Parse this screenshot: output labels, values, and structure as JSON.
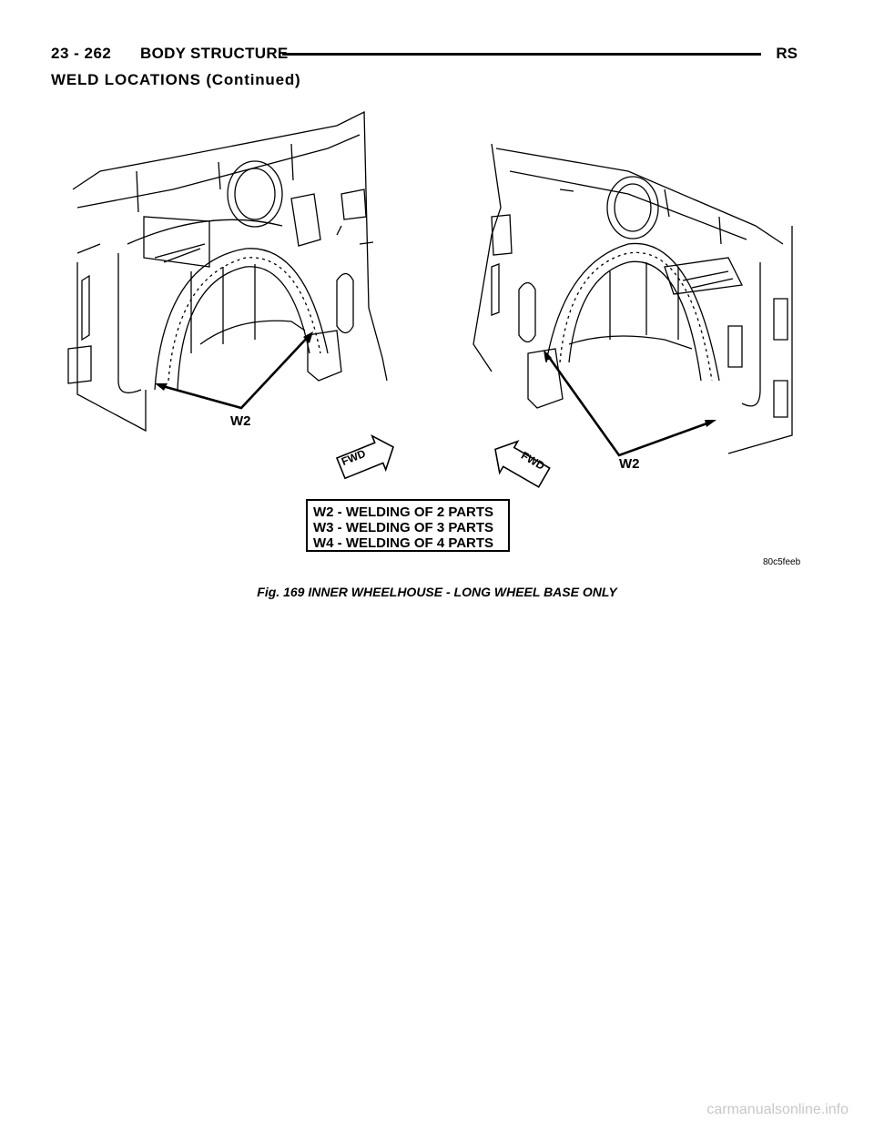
{
  "header": {
    "page_number": "23 - 262",
    "section": "BODY STRUCTURE",
    "code": "RS"
  },
  "subheading": "WELD LOCATIONS (Continued)",
  "figure": {
    "callouts": {
      "left_weld": "W2",
      "right_weld": "W2"
    },
    "arrows": {
      "left": "FWD",
      "right": "FWD"
    },
    "legend": [
      "W2 - WELDING OF 2 PARTS",
      "W3 - WELDING OF 3 PARTS",
      "W4 - WELDING OF 4 PARTS"
    ],
    "figure_id": "80c5feeb"
  },
  "caption": "Fig. 169 INNER WHEELHOUSE - LONG WHEEL BASE ONLY",
  "watermark": "carmanualsonline.info"
}
